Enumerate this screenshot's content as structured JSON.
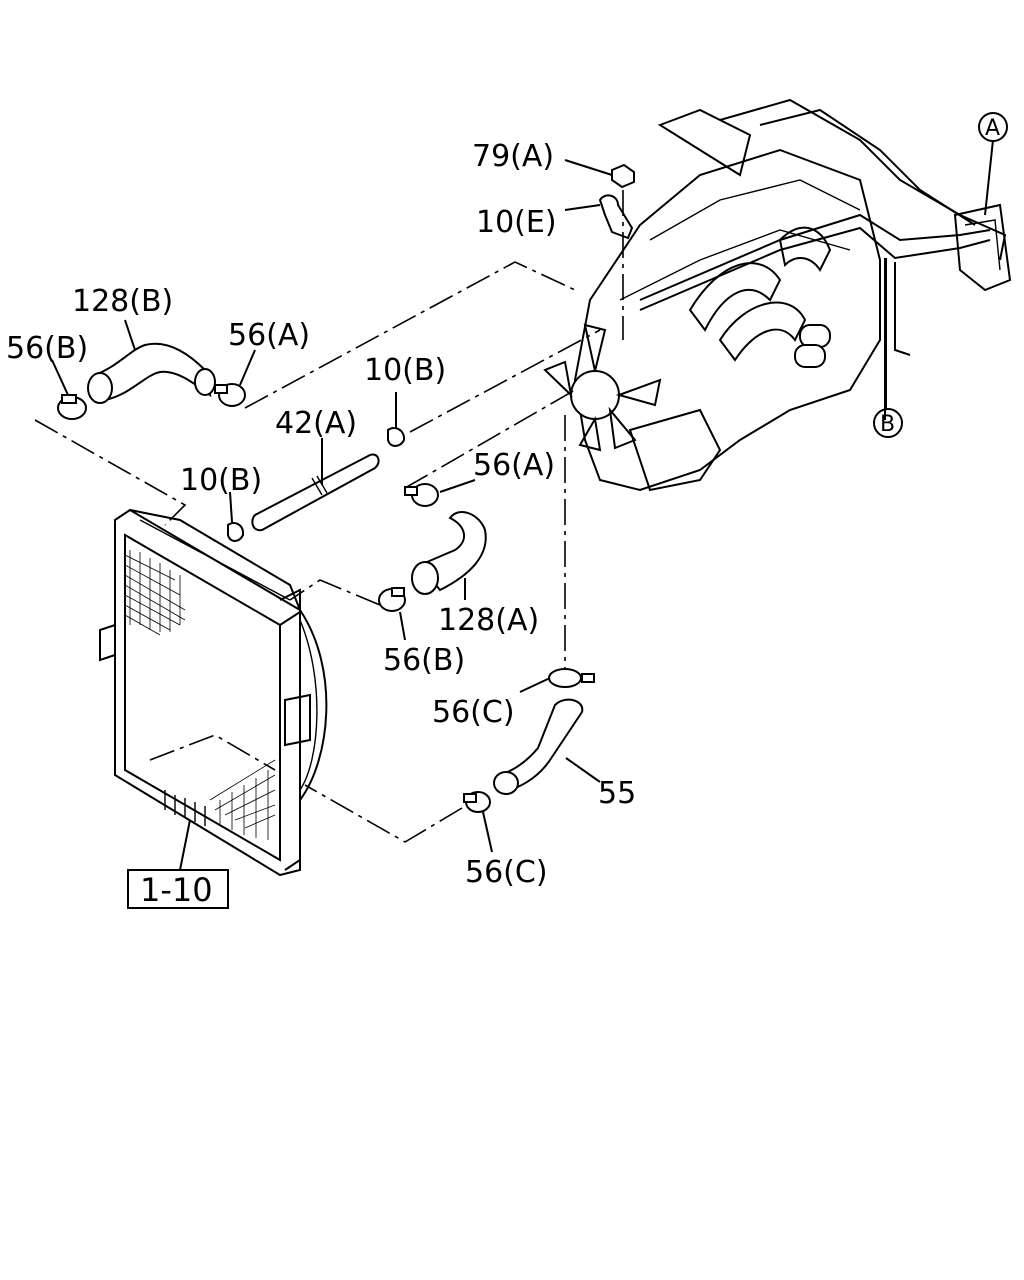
{
  "labels": {
    "p79A": "79(A)",
    "p10E": "10(E)",
    "p128B": "128(B)",
    "p56B_top": "56(B)",
    "p56A_top": "56(A)",
    "p10B_upper": "10(B)",
    "p42A": "42(A)",
    "p10B_lower": "10(B)",
    "p56A_mid": "56(A)",
    "p128A": "128(A)",
    "p56B_mid": "56(B)",
    "p56C_upper": "56(C)",
    "p55": "55",
    "p56C_lower": "56(C)",
    "p1_10": "1-10",
    "refA": "A",
    "refB": "B"
  }
}
